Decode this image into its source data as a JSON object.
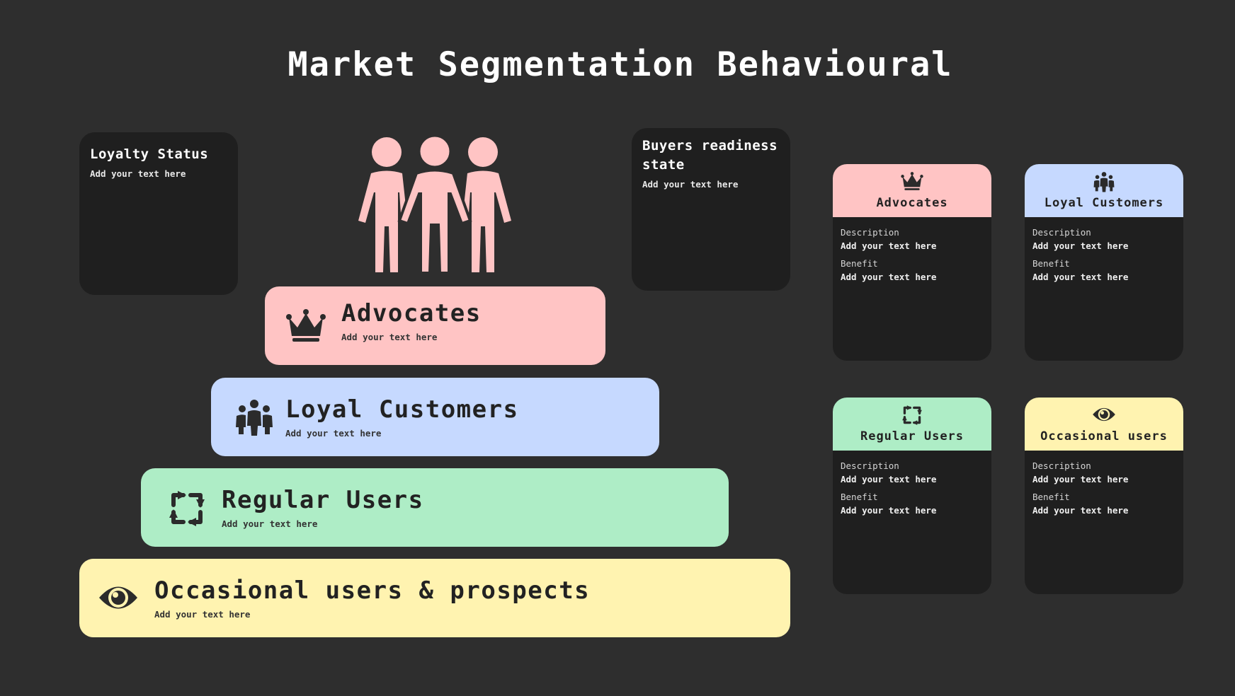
{
  "title": "Market Segmentation Behavioural",
  "loyalty_status": {
    "heading": "Loyalty Status",
    "text": "Add your text here"
  },
  "buyers_readiness": {
    "heading": "Buyers readiness state",
    "text": "Add your text here"
  },
  "pyramid": [
    {
      "label": "Advocates",
      "sub": "Add your text here",
      "icon": "crown-icon",
      "color": "#ffc4c4"
    },
    {
      "label": "Loyal Customers",
      "sub": "Add your text here",
      "icon": "group-icon",
      "color": "#c6d9ff"
    },
    {
      "label": "Regular Users",
      "sub": "Add your text here",
      "icon": "refresh-icon",
      "color": "#aeedc6"
    },
    {
      "label": "Occasional users & prospects",
      "sub": "Add your text here",
      "icon": "eye-icon",
      "color": "#fff3b0"
    }
  ],
  "cards": [
    {
      "title": "Advocates",
      "icon": "crown-icon",
      "color": "#ffc4c4",
      "description_label": "Description",
      "description": "Add your text here",
      "benefit_label": "Benefit",
      "benefit": "Add your text here"
    },
    {
      "title": "Loyal Customers",
      "icon": "group-icon",
      "color": "#c6d9ff",
      "description_label": "Description",
      "description": "Add your text here",
      "benefit_label": "Benefit",
      "benefit": "Add your text here"
    },
    {
      "title": "Regular Users",
      "icon": "refresh-icon",
      "color": "#aeedc6",
      "description_label": "Description",
      "description": "Add your text here",
      "benefit_label": "Benefit",
      "benefit": "Add your text here"
    },
    {
      "title": "Occasional users",
      "icon": "eye-icon",
      "color": "#fff3b0",
      "description_label": "Description",
      "description": "Add your text here",
      "benefit_label": "Benefit",
      "benefit": "Add your text here"
    }
  ],
  "people_color": "#ffc4c4"
}
